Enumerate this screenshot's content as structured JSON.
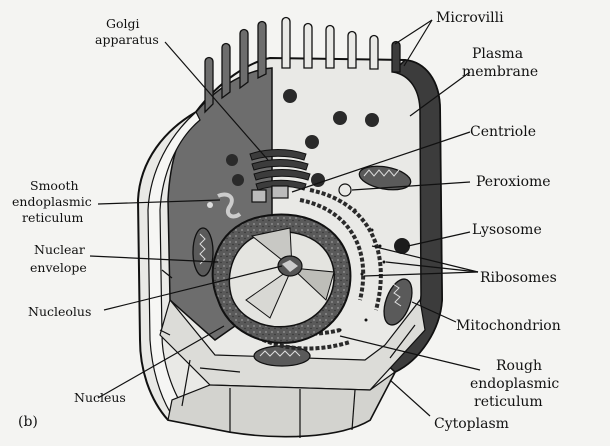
{
  "figure": {
    "panel_label": "(b)",
    "labels": {
      "golgi": [
        "Golgi",
        "apparatus"
      ],
      "microvilli": "Microvilli",
      "plasma_membrane": [
        "Plasma",
        "membrane"
      ],
      "centriole": "Centriole",
      "peroxiome": "Peroxiome",
      "smooth_er": [
        "Smooth",
        "endoplasmic",
        "reticulum"
      ],
      "lysosome": "Lysosome",
      "nuclear_envelope": [
        "Nuclear",
        "envelope"
      ],
      "ribosomes": "Ribosomes",
      "nucleolus": "Nucleolus",
      "mitochondrion": "Mitochondrion",
      "rough_er": [
        "Rough",
        "endoplasmic",
        "reticulum"
      ],
      "nucleus": "Nucleus",
      "cytoplasm": "Cytoplasm"
    }
  }
}
